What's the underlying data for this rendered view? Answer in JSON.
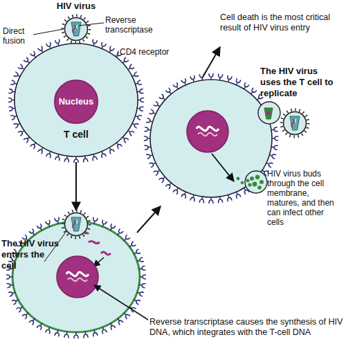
{
  "diagram": {
    "nodes": [
      {
        "text": [
          "T cell"
        ]
      },
      {
        "text": [
          "Nucleus"
        ],
        "in": 0
      }
    ],
    "labels": [
      "HIV virus",
      "Reverse transcriptase",
      "Direct fusion",
      "CD4 receptor",
      "The HIV virus enters the cell",
      "Reverse transcriptase causes the synthesis of HIV DNA, which integrates with the T-cell DNA",
      "Cell death is the most critical result of HIV virus entry",
      "The HIV virus uses the T cell to replicate",
      "HIV virus buds through the cell membrane, matures, and then can infect other cells"
    ]
  }
}
